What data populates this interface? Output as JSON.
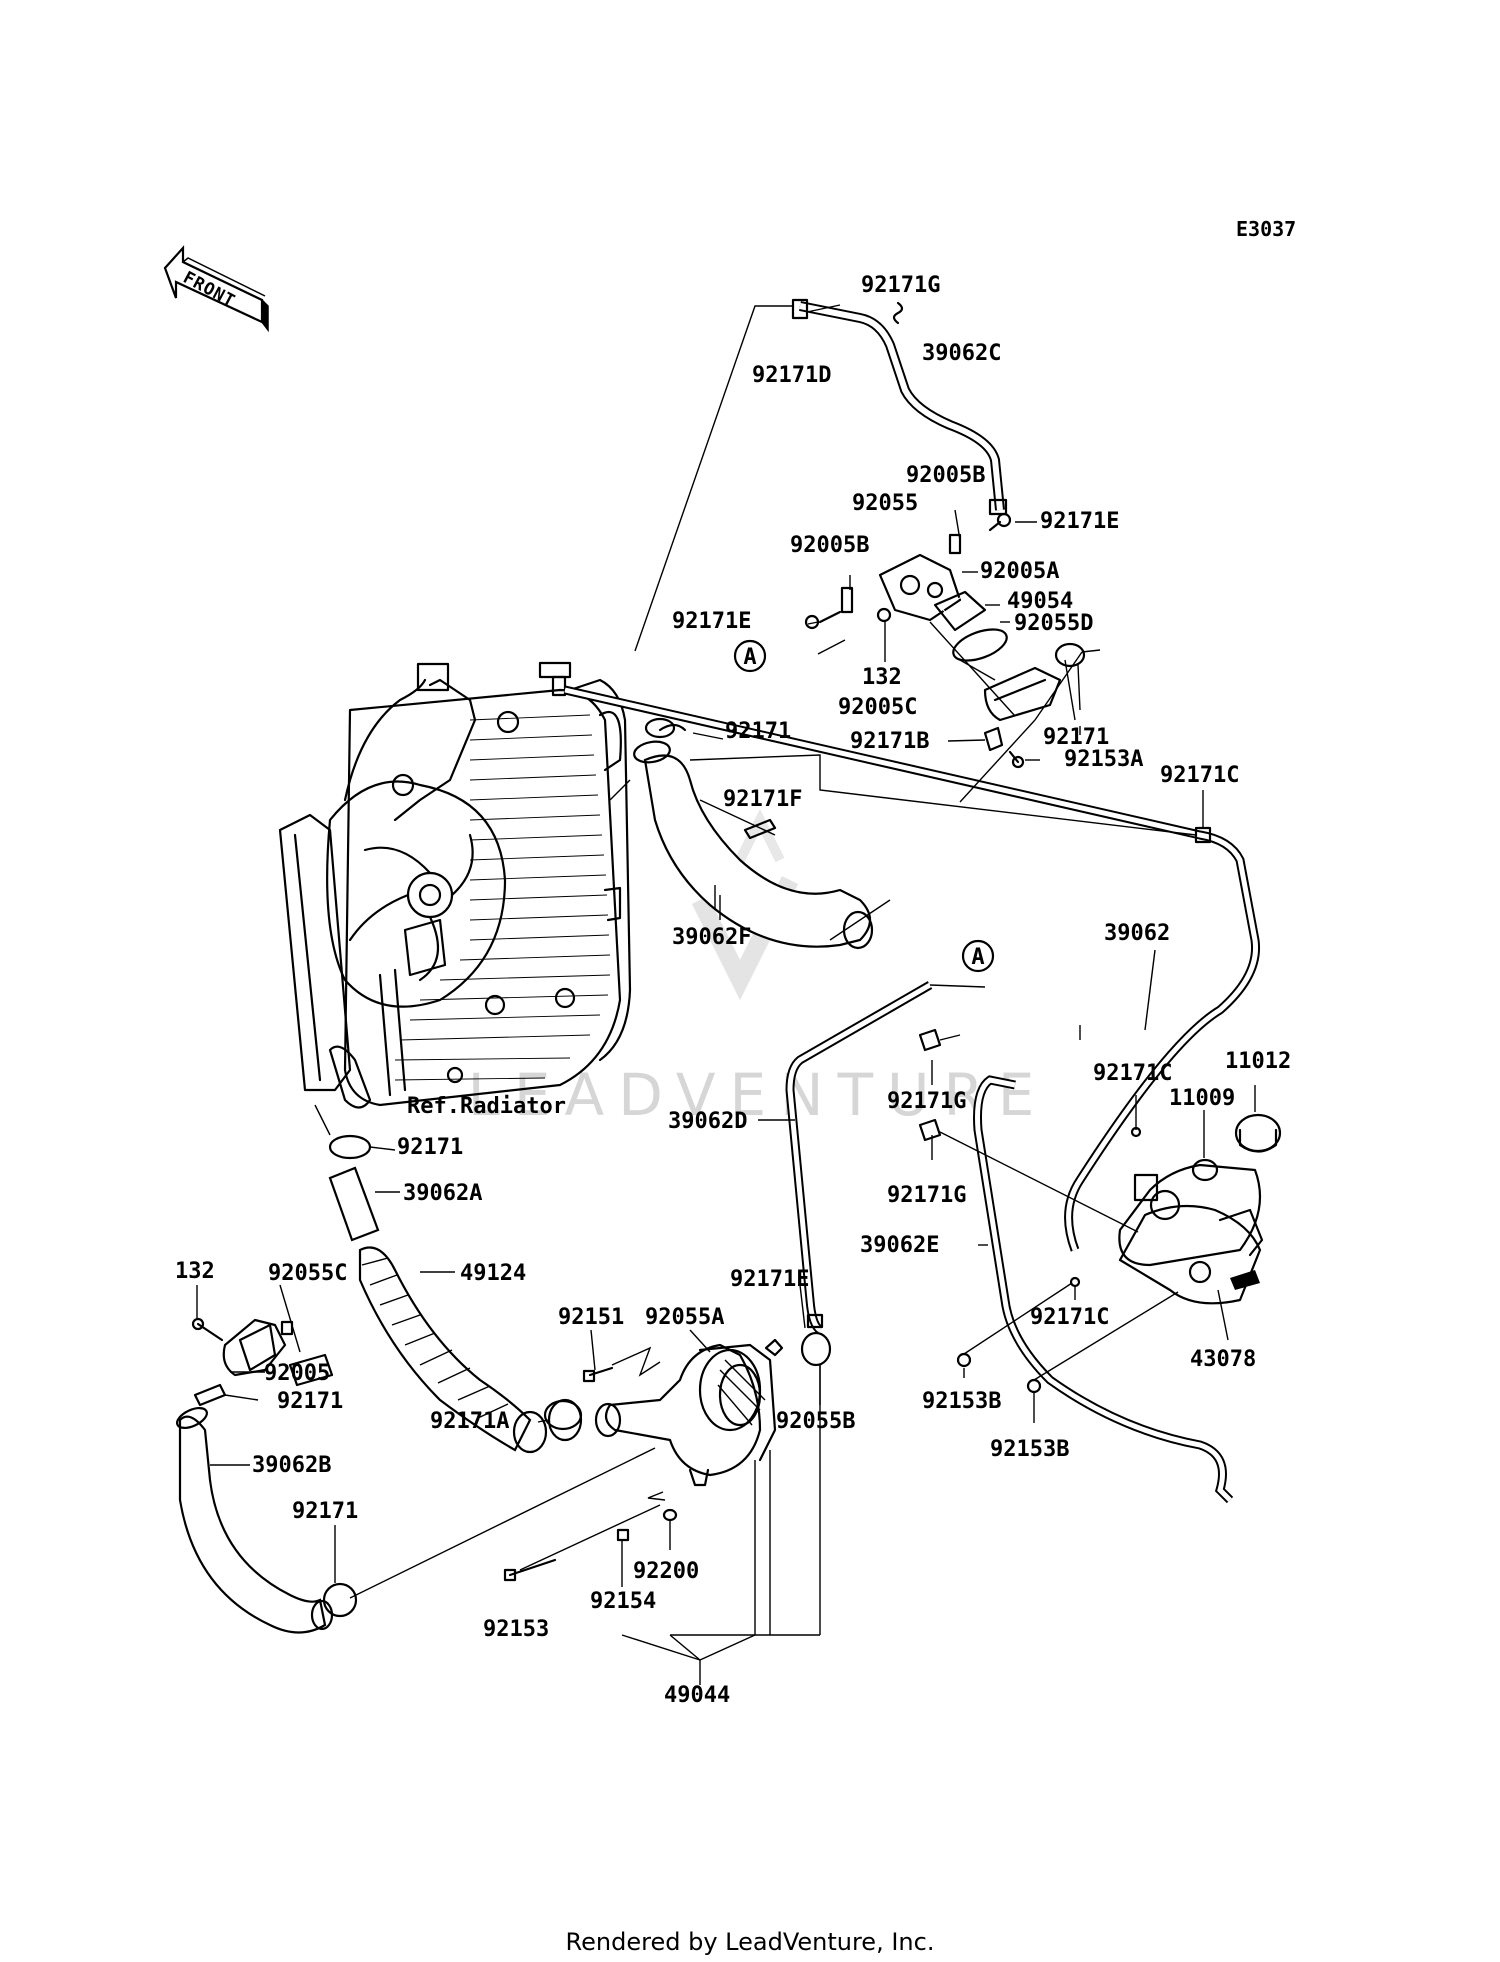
{
  "diagram_code": "E3037",
  "front_label": "FRONT",
  "ref_radiator": "Ref.Radiator",
  "watermark": "LEADVENTURE",
  "credit": "Rendered by LeadVenture, Inc.",
  "ref_marker": "A",
  "callouts": {
    "c92171g_top": "92171G",
    "c39062c": "39062C",
    "c92171d": "92171D",
    "c92005b_1": "92005B",
    "c92055": "92055",
    "c92171e_1": "92171E",
    "c92005b_2": "92005B",
    "c92005a": "92005A",
    "c49054": "49054",
    "c92171e_2": "92171E",
    "c92055d": "92055D",
    "c132_1": "132",
    "c92005c": "92005C",
    "c92171_1": "92171",
    "c92171f": "92171F",
    "c92171_2": "92171",
    "c92171b": "92171B",
    "c92153a": "92153A",
    "c92171c_1": "92171C",
    "c39062f": "39062F",
    "c39062": "39062",
    "c92171c_2": "92171C",
    "c11012": "11012",
    "c11009": "11009",
    "c92171g_2": "92171G",
    "c39062d": "39062D",
    "c92171g_3": "92171G",
    "c92171_3": "92171",
    "c39062a": "39062A",
    "c39062e": "39062E",
    "c49124": "49124",
    "c132_2": "132",
    "c92055c": "92055C",
    "c92171e_3": "92171E",
    "c92151": "92151",
    "c92055a": "92055A",
    "c92171c_3": "92171C",
    "c43078": "43078",
    "c92005": "92005",
    "c92171_4": "92171",
    "c92171a": "92171A",
    "c92055b": "92055B",
    "c92153b_1": "92153B",
    "c39062b": "39062B",
    "c92153b_2": "92153B",
    "c92171_5": "92171",
    "c92200": "92200",
    "c92154": "92154",
    "c92153": "92153",
    "c49044": "49044"
  }
}
